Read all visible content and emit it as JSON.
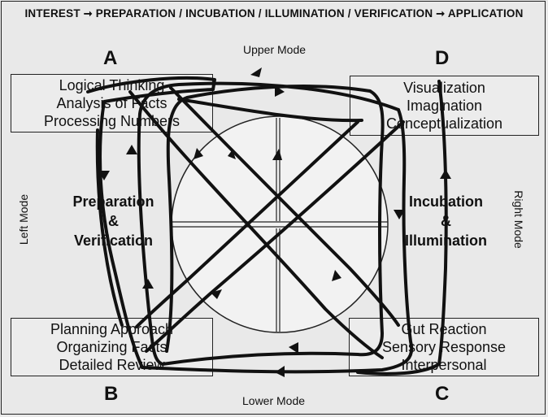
{
  "header": {
    "interest": "INTEREST",
    "middle": "PREPARATION / INCUBATION / ILLUMINATION / VERIFICATION",
    "application": "APPLICATION",
    "arrow_glyph": "➞"
  },
  "modes": {
    "upper": "Upper Mode",
    "lower": "Lower Mode",
    "left": "Left Mode",
    "right": "Right Mode"
  },
  "corners": {
    "a": "A",
    "b": "B",
    "c": "C",
    "d": "D"
  },
  "boxes": {
    "a": [
      "Logical Thinking",
      "Analysis of Facts",
      "Processing Numbers"
    ],
    "b": [
      "Planning Approach",
      "Organizing Facts",
      "Detailed Review"
    ],
    "c": [
      "Gut Reaction",
      "Sensory Response",
      "Interpersonal"
    ],
    "d": [
      "Visualization",
      "Imagination",
      "Conceptualization"
    ]
  },
  "stages": {
    "left": [
      "Preparation",
      "&",
      "Verification"
    ],
    "right": [
      "Incubation",
      "&",
      "Illumination"
    ]
  },
  "colors": {
    "ink": "#111111",
    "background": "#e9e9e9"
  }
}
